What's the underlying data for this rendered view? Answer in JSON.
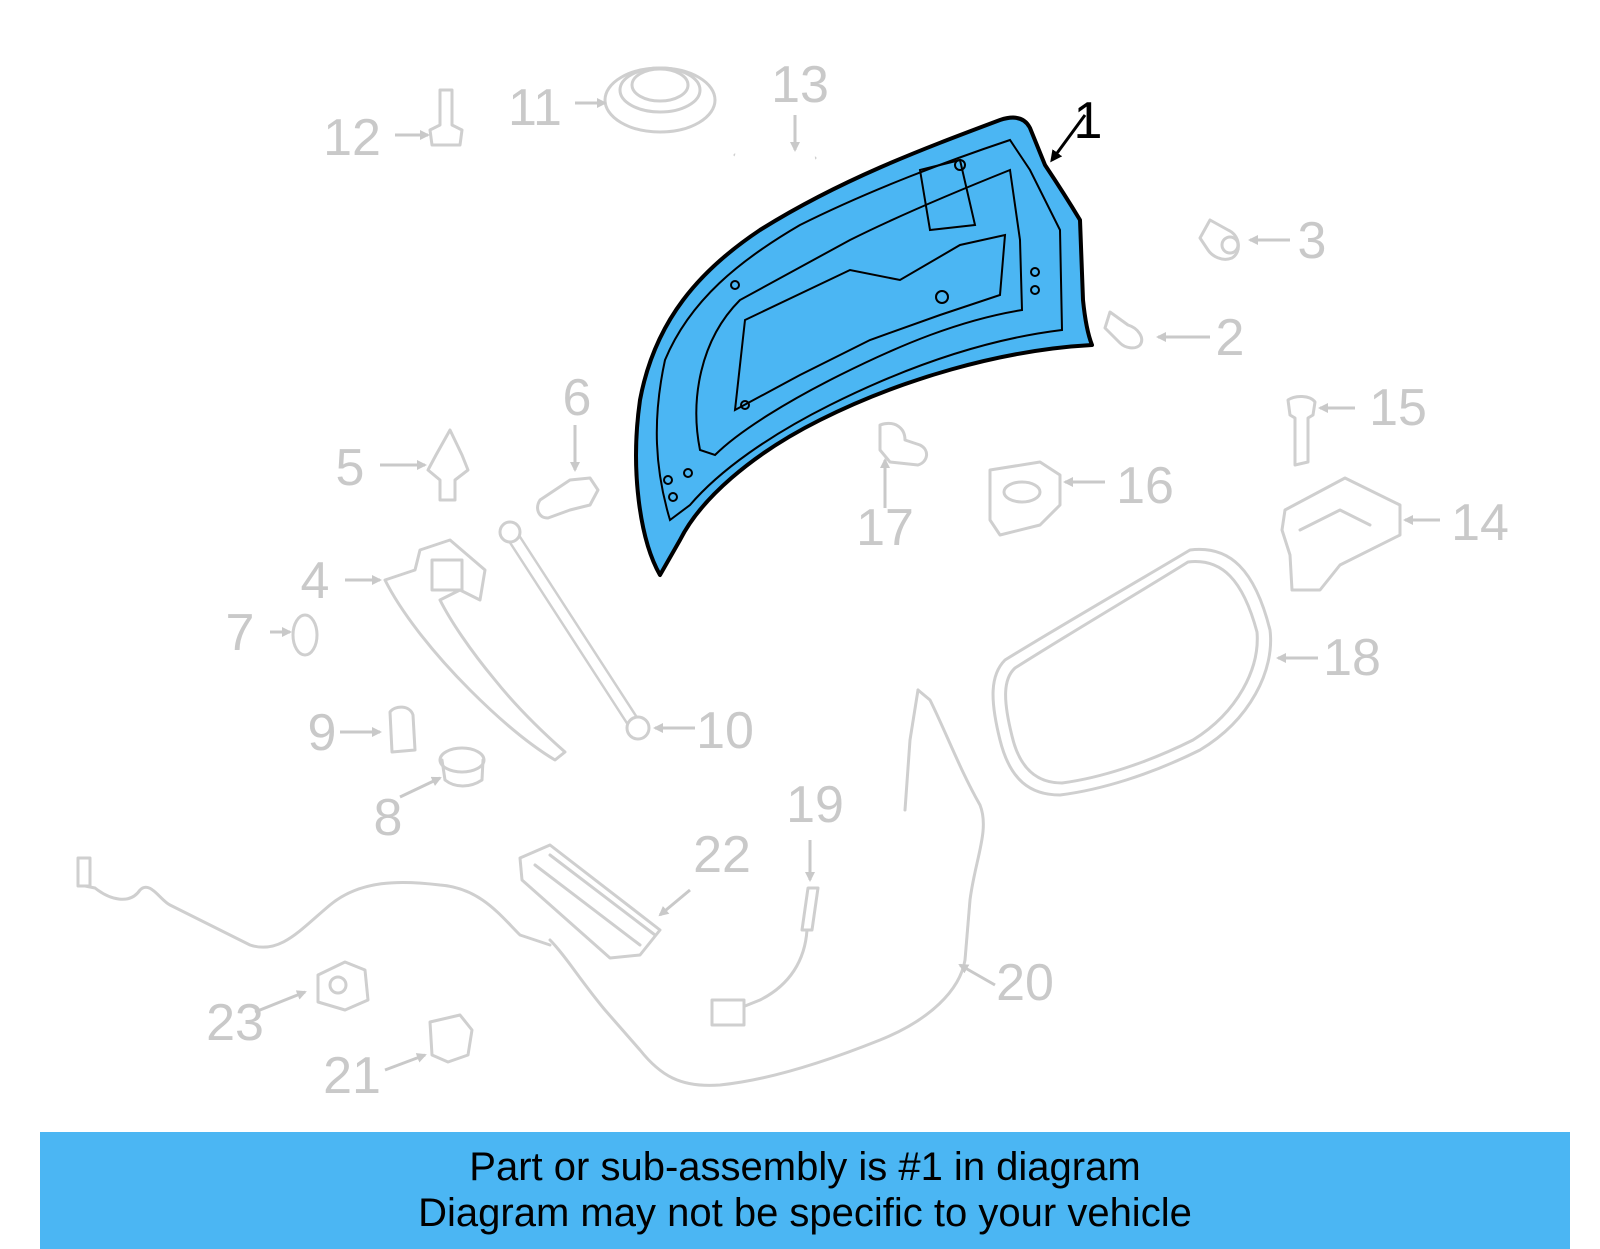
{
  "diagram": {
    "highlight_color": "#4bb6f3",
    "callouts": {
      "p1": "1",
      "p2": "2",
      "p3": "3",
      "p4": "4",
      "p5": "5",
      "p6": "6",
      "p7": "7",
      "p8": "8",
      "p9": "9",
      "p10": "10",
      "p11": "11",
      "p12": "12",
      "p13": "13",
      "p14": "14",
      "p15": "15",
      "p16": "16",
      "p17": "17",
      "p18": "18",
      "p19": "19",
      "p20": "20",
      "p21": "21",
      "p22": "22",
      "p23": "23"
    }
  },
  "banner": {
    "line1": "Part or sub-assembly is #1 in diagram",
    "line2": "Diagram may not be specific to your vehicle",
    "color": "#4bb6f3"
  }
}
